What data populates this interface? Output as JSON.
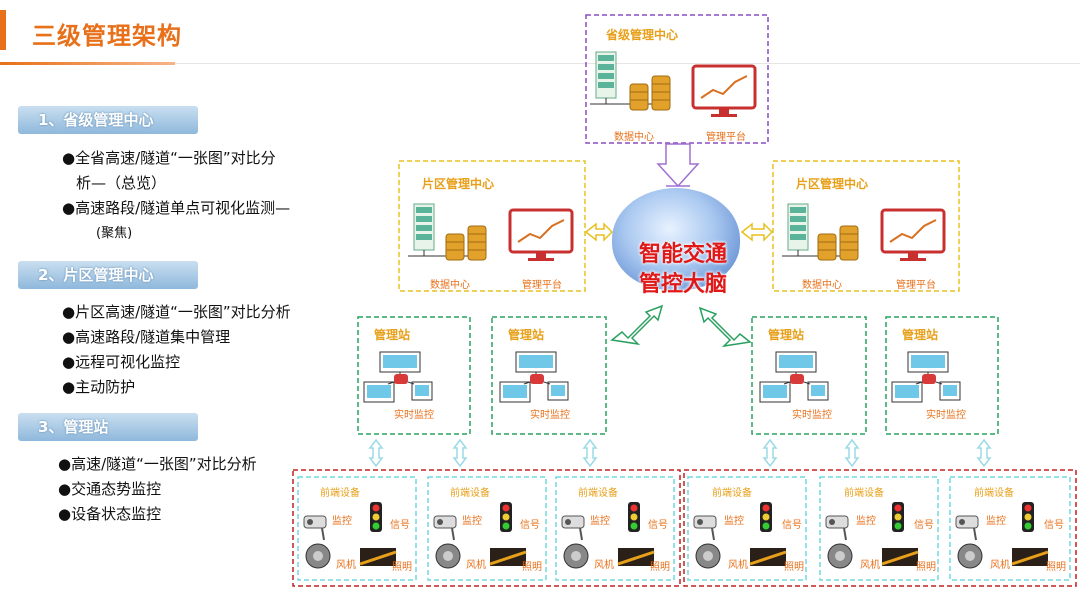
{
  "page_title": "三级管理架构",
  "sections": [
    {
      "title": "1、省级管理中心",
      "bullets": [
        "●全省高速/隧道“一张图”对比分",
        "析—（总览）",
        "●高速路段/隧道单点可视化监测—",
        "(聚焦)"
      ]
    },
    {
      "title": "2、片区管理中心",
      "bullets": [
        "●片区高速/隧道“一张图”对比分析",
        "●高速路段/隧道集中管理",
        "●远程可视化监控",
        "●主动防护"
      ]
    },
    {
      "title": "3、管理站",
      "bullets": [
        "●高速/隧道“一张图”对比分析",
        "●交通态势监控",
        "●设备状态监控"
      ]
    }
  ],
  "diagram": {
    "province_center": {
      "title": "省级管理中心",
      "data_center": "数据中心",
      "platform": "管理平台"
    },
    "region_left": {
      "title": "片区管理中心",
      "data_center": "数据中心",
      "platform": "管理平台"
    },
    "region_right": {
      "title": "片区管理中心",
      "data_center": "数据中心",
      "platform": "管理平台"
    },
    "brain": {
      "line1": "智能交通",
      "line2": "管控大脑"
    },
    "station": {
      "title": "管理站",
      "caption": "实时监控"
    },
    "frontend": {
      "title": "前端设备",
      "monitor": "监控",
      "signal": "信号",
      "fan": "风机",
      "light": "照明"
    }
  },
  "colors": {
    "accent": "#e8701a",
    "purple": "#8a4fc0",
    "yellow": "#e8c020",
    "green": "#2aa060",
    "cyan": "#6fd8e0",
    "red": "#c02020"
  }
}
